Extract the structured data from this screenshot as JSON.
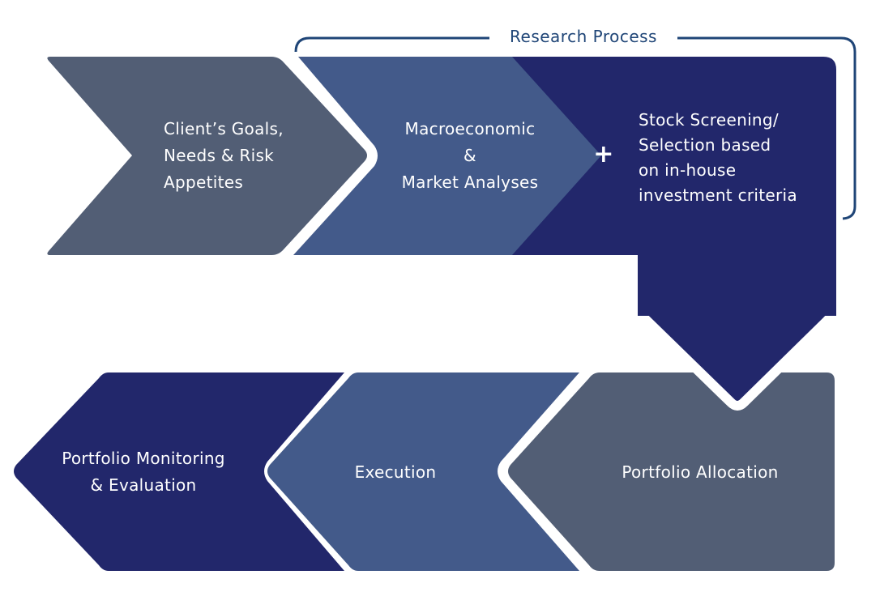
{
  "bracket": {
    "label": "Research Process",
    "color": "#1f4577"
  },
  "colors": {
    "gray": "#525e75",
    "blue": "#435a8a",
    "navy": "#22276b"
  },
  "steps": [
    {
      "lines": [
        "Client’s Goals,",
        "Needs & Risk",
        "Appetites"
      ]
    },
    {
      "lines": [
        "Macroeconomic",
        "&",
        "Market Analyses"
      ]
    },
    {
      "plus": "+",
      "lines": [
        "Stock Screening/",
        "Selection based",
        "on in-house",
        "investment criteria"
      ]
    },
    {
      "lines": [
        "Portfolio Allocation"
      ]
    },
    {
      "lines": [
        "Execution"
      ]
    },
    {
      "lines": [
        "Portfolio Monitoring",
        "& Evaluation"
      ]
    }
  ]
}
